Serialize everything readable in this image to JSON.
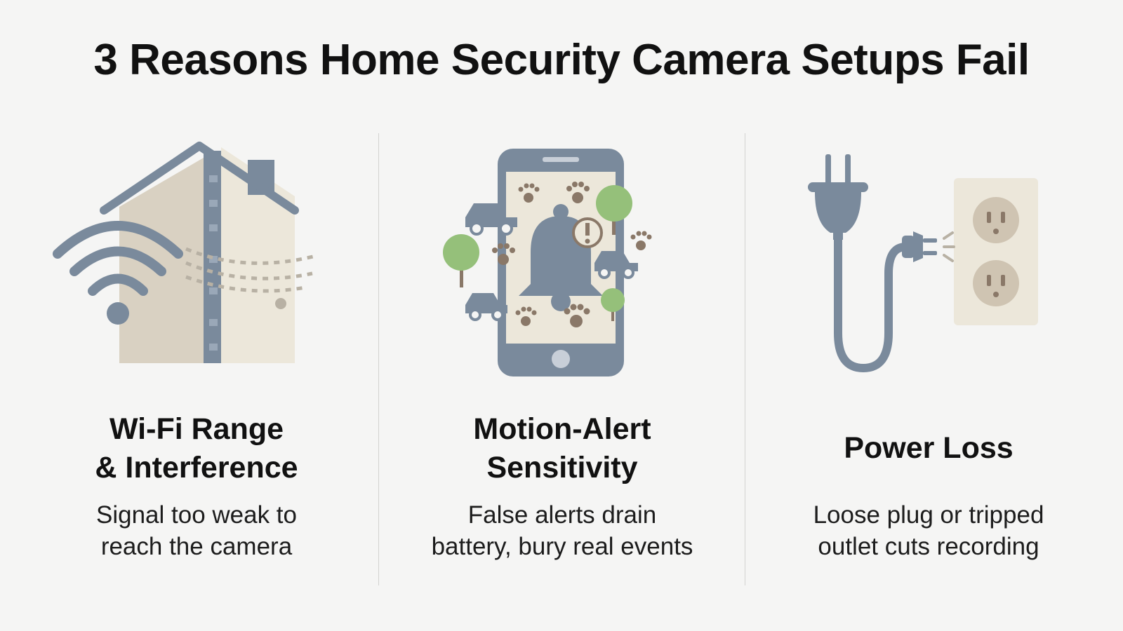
{
  "title": "3 Reasons Home Security Camera Setups Fail",
  "colors": {
    "slate": "#7a8a9c",
    "beige": "#d9d1c2",
    "cream": "#ece7da",
    "green": "#95c07a",
    "brown": "#8a7868",
    "background": "#f5f5f4"
  },
  "panels": [
    {
      "icon": "wifi-house-icon",
      "heading_lines": [
        "Wi-Fi Range",
        "& Interference"
      ],
      "desc_lines": [
        "Signal too weak to",
        "reach the camera"
      ]
    },
    {
      "icon": "phone-bell-alert-icon",
      "heading_lines": [
        "Motion-Alert",
        "Sensitivity"
      ],
      "desc_lines": [
        "False alerts drain",
        "battery, bury real events"
      ]
    },
    {
      "icon": "plug-outlet-icon",
      "heading_lines": [
        "Power Loss"
      ],
      "desc_lines": [
        "Loose plug or tripped",
        "outlet cuts recording"
      ]
    }
  ]
}
